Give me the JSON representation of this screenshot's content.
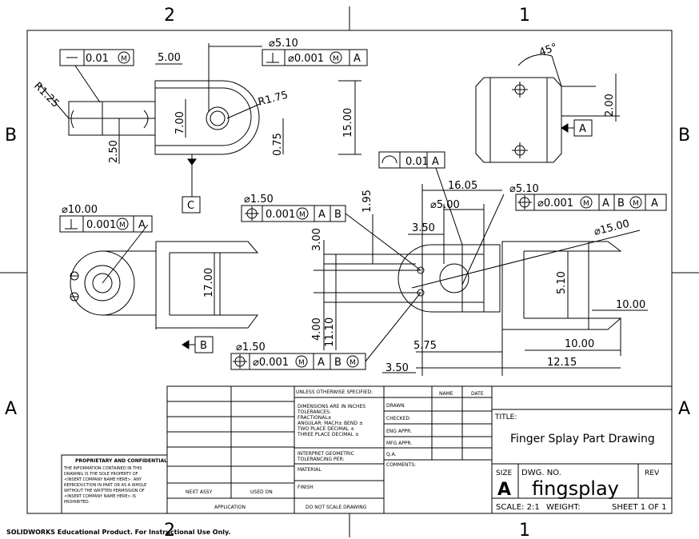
{
  "zones": {
    "top_left": "2",
    "top_right": "1",
    "bottom_left": "2",
    "bottom_right": "1",
    "left_upper": "B",
    "right_upper": "B",
    "left_lower": "A",
    "right_lower": "A"
  },
  "views": {
    "top": {
      "fcf_flat": {
        "symbol": "⏤",
        "tol": "0.01",
        "mod": "M"
      },
      "dia_hole": "⌀5.10",
      "fcf_perp": {
        "symbol": "⊥",
        "tol": "⌀0.001",
        "mod": "M",
        "datum": "A"
      },
      "dim_500": "5.00",
      "dim_r125": "R1.25",
      "dim_r175": "R1.75",
      "dim_700": "7.00",
      "dim_250": "2.50",
      "dim_075": "0.75",
      "dim_1500": "15.00",
      "datum_c": "C"
    },
    "right": {
      "dim_angle": "45°",
      "dim_200": "2.00",
      "datum_a": "A"
    },
    "left": {
      "dia_1000": "⌀10.00",
      "fcf_perp": {
        "symbol": "⊥",
        "tol": "0.001",
        "mod": "M",
        "datum": "A"
      },
      "dim_1700": "17.00",
      "datum_b": "B"
    },
    "front": {
      "fcf_profile": {
        "symbol": "⌒",
        "tol": "0.01",
        "datum": "A"
      },
      "dia_150_top": "⌀1.50",
      "fcf_pos_top": {
        "symbol": "⌖",
        "tol": "0.001",
        "mod": "M",
        "d1": "A",
        "d2": "B"
      },
      "dim_195": "1.95",
      "dim_1605": "16.05",
      "dia_500": "⌀5.00",
      "dia_510": "⌀5.10",
      "fcf_pos_510": {
        "symbol": "⌖",
        "tol": "⌀0.001",
        "mod": "M",
        "d1": "A",
        "d2": "B",
        "d2mod": "M",
        "d3": "A"
      },
      "dia_1500": "⌀15.00",
      "dim_300": "3.00",
      "dim_350_top": "3.50",
      "dim_400": "4.00",
      "dim_1110": "11.10",
      "dim_510": "5.10",
      "dim_1000a": "10.00",
      "dia_150_bot": "⌀1.50",
      "fcf_pos_bot": {
        "symbol": "⌖",
        "tol": "⌀0.001",
        "mod": "M",
        "d1": "A",
        "d2": "B",
        "d2mod": "M"
      },
      "dim_575": "5.75",
      "dim_1000b": "10.00",
      "dim_350_bot": "3.50",
      "dim_1215": "12.15"
    }
  },
  "title_block": {
    "unless": "UNLESS OTHERWISE SPECIFIED:",
    "name": "NAME",
    "date": "DATE",
    "dims_lines": [
      "DIMENSIONS ARE IN INCHES",
      "TOLERANCES:",
      "FRACTIONAL±",
      "ANGULAR: MACH±   BEND ±",
      "TWO PLACE DECIMAL   ±",
      "THREE PLACE DECIMAL  ±"
    ],
    "drawn": "DRAWN",
    "checked": "CHECKED",
    "eng_appr": "ENG APPR.",
    "mfg_appr": "MFG APPR.",
    "qa": "Q.A.",
    "comments": "COMMENTS:",
    "interpret": [
      "INTERPRET GEOMETRIC",
      "TOLERANCING PER:"
    ],
    "material": "MATERIAL",
    "finish": "FINISH",
    "next_assy": "NEXT ASSY",
    "used_on": "USED ON",
    "application": "APPLICATION",
    "do_not_scale": "DO NOT SCALE DRAWING",
    "proprietary_title": "PROPRIETARY AND CONFIDENTIAL",
    "proprietary_lines": [
      "THE INFORMATION CONTAINED IN THIS",
      "DRAWING IS THE SOLE PROPERTY OF",
      "<INSERT COMPANY NAME HERE>.  ANY",
      "REPRODUCTION IN PART OR AS A WHOLE",
      "WITHOUT THE WRITTEN PERMISSION OF",
      "<INSERT COMPANY NAME HERE> IS",
      "PROHIBITED."
    ],
    "title_label": "TITLE:",
    "title": "Finger Splay Part Drawing",
    "size_label": "SIZE",
    "size": "A",
    "dwg_no_label": "DWG.  NO.",
    "dwg_no": "fingsplay",
    "rev_label": "REV",
    "scale": "SCALE: 2:1",
    "weight": "WEIGHT:",
    "sheet": "SHEET 1 OF 1"
  },
  "footer": "SOLIDWORKS Educational Product. For Instructional Use Only."
}
